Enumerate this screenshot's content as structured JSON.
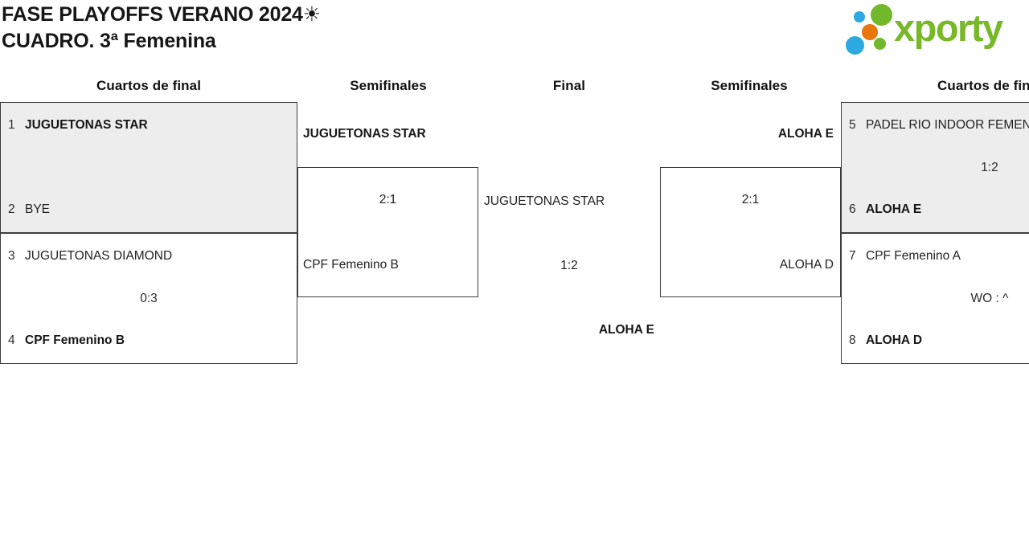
{
  "title": {
    "line1": "FASE PLAYOFFS VERANO 2024☀",
    "line2": "CUADRO. 3ª Femenina"
  },
  "logo": {
    "text": "xporty",
    "colors": {
      "brand_green": "#79B829",
      "dot_green": "#72B82A",
      "dot_blue": "#2BA9E0",
      "dot_orange": "#E8760B"
    }
  },
  "round_headers": {
    "qf_left": "Cuartos de final",
    "sf_left": "Semifinales",
    "final_round": "Final",
    "sf_right": "Semifinales",
    "qf_right": "Cuartos de final"
  },
  "matches": {
    "qf_left_top": {
      "seed_a": "1",
      "team_a": "JUGUETONAS STAR",
      "score": "",
      "seed_b": "2",
      "team_b": "BYE"
    },
    "qf_left_bottom": {
      "seed_a": "3",
      "team_a": "JUGUETONAS DIAMOND",
      "score": "0:3",
      "seed_b": "4",
      "team_b": "CPF Femenino B"
    },
    "sf_left": {
      "team_a": "JUGUETONAS STAR",
      "score": "2:1",
      "team_b": "CPF Femenino B"
    },
    "final_match": {
      "team_a": "JUGUETONAS STAR",
      "score": "1:2",
      "team_b": "ALOHA E"
    },
    "sf_right": {
      "team_a": "ALOHA E",
      "score": "2:1",
      "team_b": "ALOHA D"
    },
    "qf_right_top": {
      "seed_a": "5",
      "team_a": "PADEL RIO INDOOR FEMENINO",
      "score": "1:2",
      "seed_b": "6",
      "team_b": "ALOHA E"
    },
    "qf_right_bottom": {
      "seed_a": "7",
      "team_a": "CPF Femenino A",
      "score": "WO : ^",
      "seed_b": "8",
      "team_b": "ALOHA D"
    }
  },
  "ui_colors": {
    "box_border": "#3d3d3d",
    "box_highlight_bg": "#EDEDED",
    "page_bg": "#FFFFFF",
    "text": "#1F1F1F"
  }
}
